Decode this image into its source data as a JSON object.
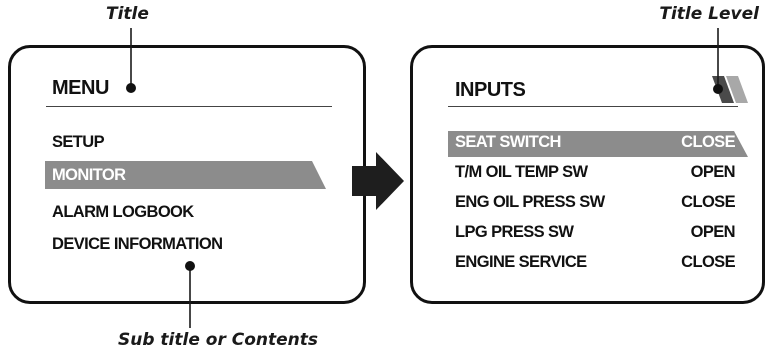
{
  "callouts": {
    "title": "Title",
    "title_level": "Title Level",
    "subtitle": "Sub title or Contents"
  },
  "menu_screen": {
    "title": "MENU",
    "items": [
      {
        "label": "SETUP",
        "selected": false
      },
      {
        "label": "MONITOR",
        "selected": true
      },
      {
        "label": "ALARM LOGBOOK",
        "selected": false
      },
      {
        "label": "DEVICE INFORMATION",
        "selected": false
      }
    ]
  },
  "inputs_screen": {
    "title": "INPUTS",
    "rows": [
      {
        "label": "SEAT SWITCH",
        "value": "CLOSE",
        "selected": true
      },
      {
        "label": "T/M OIL TEMP SW",
        "value": "OPEN",
        "selected": false
      },
      {
        "label": "ENG OIL PRESS SW",
        "value": "CLOSE",
        "selected": false
      },
      {
        "label": "LPG PRESS SW",
        "value": "OPEN",
        "selected": false
      },
      {
        "label": "ENGINE SERVICE",
        "value": "CLOSE",
        "selected": false
      }
    ]
  },
  "colors": {
    "highlight": "#8c8c8c",
    "level_bar_dark": "#4a4a4a",
    "level_bar_light": "#a8a8a8",
    "arrow": "#1e1e1e"
  }
}
